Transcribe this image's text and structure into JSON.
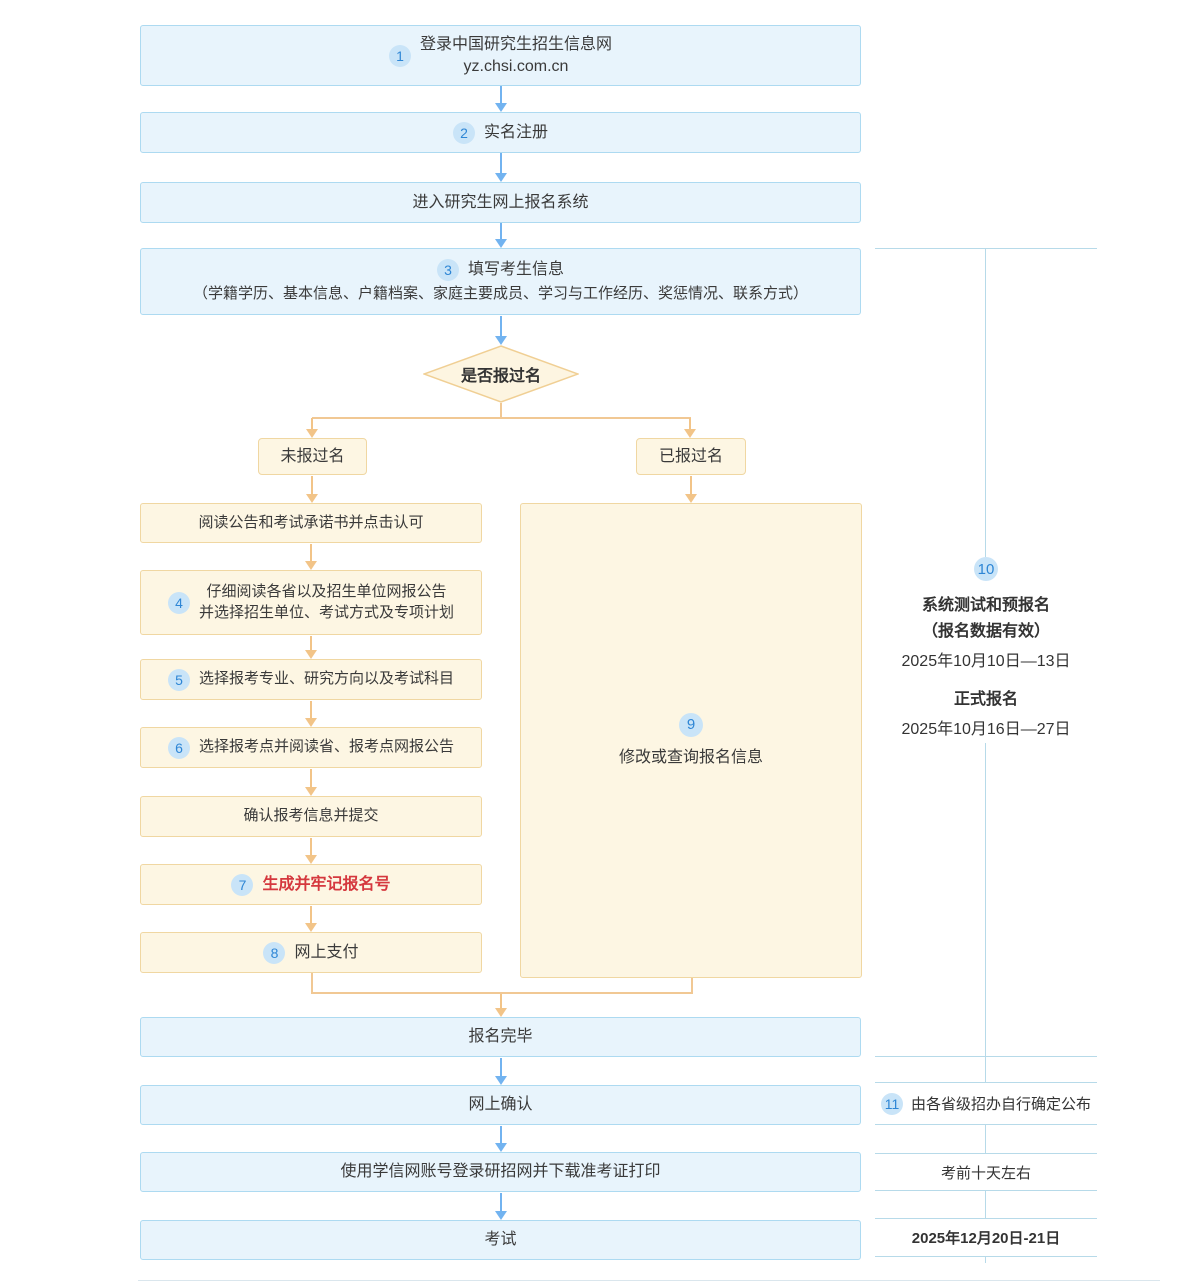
{
  "palette": {
    "box_blue_bg": "#e8f4fc",
    "box_blue_border": "#addaf1",
    "box_orange_bg": "#fdf6e3",
    "box_orange_border": "#f0d7a2",
    "arrow_blue": "#72b3f0",
    "arrow_orange": "#f2c488",
    "badge_bg": "#c9e4f8",
    "badge_text": "#2e86d5",
    "highlight_red": "#d5383e",
    "panel_line_blue": "#b7dae9"
  },
  "main_flow": {
    "step1": {
      "badge": "1",
      "line1": "登录中国研究生招生信息网",
      "line2": "yz.chsi.com.cn"
    },
    "step2": {
      "badge": "2",
      "label": "实名注册"
    },
    "step3": {
      "label": "进入研究生网上报名系统"
    },
    "step4": {
      "badge": "3",
      "line1": "填写考生信息",
      "line2": "（学籍学历、基本信息、户籍档案、家庭主要成员、学习与工作经历、奖惩情况、联系方式）"
    },
    "decision": {
      "label": "是否报过名"
    },
    "branch_left": "未报过名",
    "branch_right": "已报过名"
  },
  "left_branch": {
    "b1": {
      "label": "阅读公告和考试承诺书并点击认可"
    },
    "b2": {
      "badge": "4",
      "line1": "仔细阅读各省以及招生单位网报公告",
      "line2": "并选择招生单位、考试方式及专项计划"
    },
    "b3": {
      "badge": "5",
      "label": "选择报考专业、研究方向以及考试科目"
    },
    "b4": {
      "badge": "6",
      "label": "选择报考点并阅读省、报考点网报公告"
    },
    "b5": {
      "label": "确认报考信息并提交"
    },
    "b6": {
      "badge": "7",
      "label": "生成并牢记报名号"
    },
    "b7": {
      "badge": "8",
      "label": "网上支付"
    }
  },
  "right_branch": {
    "badge": "9",
    "label": "修改或查询报名信息"
  },
  "bottom_flow": {
    "done": "报名完毕",
    "confirm": "网上确认",
    "download": "使用学信网账号登录研招网并下载准考证打印",
    "exam": "考试"
  },
  "side_panel": {
    "section10": {
      "badge": "10",
      "title1": "系统测试和预报名",
      "subtitle1": "（报名数据有效）",
      "date1": "2025年10月10日—13日",
      "title2": "正式报名",
      "date2": "2025年10月16日—27日"
    },
    "section11": {
      "badge": "11",
      "label": "由各省级招办自行确定公布"
    },
    "note_download": "考前十天左右",
    "note_exam": "2025年12月20日-21日"
  }
}
